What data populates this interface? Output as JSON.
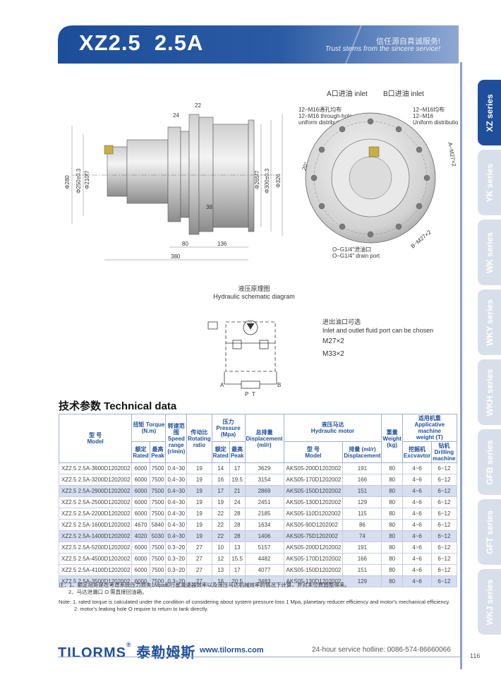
{
  "header": {
    "title": "XZ2.5  2.5A",
    "slogan_cn": "信任源自真诚服务!",
    "slogan_en": "Trust stems from the sincere service!"
  },
  "series_tabs": [
    {
      "label": "XZ series",
      "active": true
    },
    {
      "label": "YK series",
      "active": false
    },
    {
      "label": "WK series",
      "active": false
    },
    {
      "label": "WKY series",
      "active": false
    },
    {
      "label": "WKH series",
      "active": false
    },
    {
      "label": "GFB series",
      "active": false
    },
    {
      "label": "GFT series",
      "active": false
    },
    {
      "label": "WKJ series",
      "active": false
    }
  ],
  "drawing_side": {
    "dims": [
      "24",
      "22",
      "38",
      "80",
      "136",
      "380",
      "Φ280",
      "Φ250±0.3",
      "Φ210f7",
      "Φ265f7",
      "Φ300±0.3",
      "Φ326"
    ]
  },
  "drawing_front": {
    "port_a": "A口进油 inlet",
    "port_b": "B口进油 inlet",
    "left_note_cn": "12−M16通孔均布",
    "left_note_en1": "12−M16 through-hole",
    "left_note_en2": "uniform distribution",
    "right_note_cn": "12−M16均布",
    "right_note_en1": "12−M16",
    "right_note_en2": "Uniform distribution",
    "angle": "20°",
    "a_port": "A−M27×2",
    "b_port": "B−M27×2",
    "drain_cn": "O−G1/4″泄油口",
    "drain_en": "O−G1/4″ drain port"
  },
  "schematic": {
    "title_cn": "液压原理图",
    "title_en": "Hydraulic schematic diagram",
    "label_a": "A",
    "label_b": "B",
    "label_p": "P",
    "label_t": "T",
    "port_note_cn": "进出油口可选",
    "port_note_en": "Inlet and outlet fluid port can be chosen",
    "options": [
      "M27×2",
      "M33×2"
    ]
  },
  "tech": {
    "title": "技术参数  Technical data",
    "headers": {
      "model_cn": "型  号",
      "model_en": "Model",
      "torque_cn": "扭矩",
      "torque_en": "Torque",
      "torque_unit": "(N.m)",
      "rated_cn": "额定",
      "rated_en": "Rated",
      "peak_cn": "最高",
      "peak_en": "Peak",
      "speed_cn": "转速范围",
      "speed_en": "Speed range",
      "speed_unit": "(r/min)",
      "ratio_cn": "传动比",
      "ratio_en1": "Rotating",
      "ratio_en2": "ratio",
      "pressure_cn": "压力",
      "pressure_en": "Pressure",
      "pressure_unit": "(Mpa)",
      "disp_cn": "总排量",
      "disp_en": "Displacement",
      "disp_unit": "(ml/r)",
      "motor_cn": "液压马达",
      "motor_en": "Hydraulic motor",
      "mmodel_cn": "型  号",
      "mmodel_en": "Model",
      "mdisp_cn": "排量 (ml/r)",
      "mdisp_en": "Displacement",
      "weight_cn": "重量",
      "weight_en": "Weight",
      "weight_unit": "(kg)",
      "app_cn": "适用机重",
      "app_en1": "Applicative machine",
      "app_en2": "weight (T)",
      "exc_cn": "挖掘机",
      "exc_en": "Excvavtor",
      "drill_cn": "钻机",
      "drill_en1": "Drilling",
      "drill_en2": "machine"
    },
    "rows": [
      {
        "model": "XZ2.5 2.5A-3600D1202002",
        "rated": "6000",
        "peak": "7500",
        "speed": "0.4~30",
        "ratio": "19",
        "p_rated": "14",
        "p_peak": "17",
        "disp": "3629",
        "motor": "AKS05-200D1202002",
        "mdisp": "191",
        "weight": "80",
        "exc": "4~6",
        "drill": "6~12",
        "shade": false
      },
      {
        "model": "XZ2.5 2.5A-3200D1202002",
        "rated": "6000",
        "peak": "7500",
        "speed": "0.4~30",
        "ratio": "19",
        "p_rated": "16",
        "p_peak": "19.5",
        "disp": "3154",
        "motor": "AKS05-170D1202002",
        "mdisp": "166",
        "weight": "80",
        "exc": "4~6",
        "drill": "6~12",
        "shade": false
      },
      {
        "model": "XZ2.5 2.5A-2900D1202002",
        "rated": "6000",
        "peak": "7500",
        "speed": "0.4~30",
        "ratio": "19",
        "p_rated": "17",
        "p_peak": "21",
        "disp": "2869",
        "motor": "AKS05-150D1202002",
        "mdisp": "151",
        "weight": "80",
        "exc": "4~6",
        "drill": "6~12",
        "shade": true
      },
      {
        "model": "XZ2.5 2.5A-2500D1202002",
        "rated": "6000",
        "peak": "7500",
        "speed": "0.4~30",
        "ratio": "19",
        "p_rated": "19",
        "p_peak": "24",
        "disp": "2451",
        "motor": "AKS05-130D1202002",
        "mdisp": "129",
        "weight": "80",
        "exc": "4~6",
        "drill": "6~12",
        "shade": false
      },
      {
        "model": "XZ2.5 2.5A-2200D1202002",
        "rated": "6000",
        "peak": "7500",
        "speed": "0.4~30",
        "ratio": "19",
        "p_rated": "22",
        "p_peak": "28",
        "disp": "2185",
        "motor": "AKS05-110D1202002",
        "mdisp": "115",
        "weight": "80",
        "exc": "4~6",
        "drill": "6~12",
        "shade": false
      },
      {
        "model": "XZ2.5 2.5A-1600D1202002",
        "rated": "4670",
        "peak": "5840",
        "speed": "0.4~30",
        "ratio": "19",
        "p_rated": "22",
        "p_peak": "28",
        "disp": "1634",
        "motor": "AKS05-90D1202002",
        "mdisp": "86",
        "weight": "80",
        "exc": "4~6",
        "drill": "6~12",
        "shade": false
      },
      {
        "model": "XZ2.5 2.5A-1400D1202002",
        "rated": "4020",
        "peak": "5030",
        "speed": "0.4~30",
        "ratio": "19",
        "p_rated": "22",
        "p_peak": "28",
        "disp": "1406",
        "motor": "AKS05-75D1202002",
        "mdisp": "74",
        "weight": "80",
        "exc": "4~6",
        "drill": "6~12",
        "shade": true
      },
      {
        "model": "XZ2.5 2.5A-5200D1202002",
        "rated": "6000",
        "peak": "7500",
        "speed": "0.3~20",
        "ratio": "27",
        "p_rated": "10",
        "p_peak": "13",
        "disp": "5157",
        "motor": "AKS05-200D1202002",
        "mdisp": "191",
        "weight": "80",
        "exc": "4~6",
        "drill": "6~12",
        "shade": false
      },
      {
        "model": "XZ2.5 2.5A-4500D1202002",
        "rated": "6000",
        "peak": "7500",
        "speed": "0.3~20",
        "ratio": "27",
        "p_rated": "12",
        "p_peak": "15.5",
        "disp": "4482",
        "motor": "AKS05-170D1202002",
        "mdisp": "166",
        "weight": "80",
        "exc": "4~6",
        "drill": "6~12",
        "shade": false
      },
      {
        "model": "XZ2.5 2.5A-4100D1202002",
        "rated": "6000",
        "peak": "7500",
        "speed": "0.3~20",
        "ratio": "27",
        "p_rated": "13",
        "p_peak": "17",
        "disp": "4077",
        "motor": "AKS05-150D1202002",
        "mdisp": "151",
        "weight": "80",
        "exc": "4~6",
        "drill": "6~12",
        "shade": false
      },
      {
        "model": "XZ2.5 2.5A-3500D1202002",
        "rated": "6000",
        "peak": "7500",
        "speed": "0.3~20",
        "ratio": "27",
        "p_rated": "16",
        "p_peak": "20.5",
        "disp": "3483",
        "motor": "AKS05-130D1202002",
        "mdisp": "129",
        "weight": "80",
        "exc": "4~6",
        "drill": "6~12",
        "shade": true
      }
    ]
  },
  "notes": {
    "cn1": "注：1、额定扭矩是在考虑系统压力损失1Mpa和行星减速器效率以及液压马达机械效率的情况下计算，并对末位数圆整得来。",
    "cn2": "2、马达泄漏口 O 需直接回油箱。",
    "en1": "Note: 1. rated torque is calculated under the condition of considering about system pressure loss 1 Mpa, planetary reducer efficiency and motor's mechanical efficiency.",
    "en2": "2. motor's leaking hole  O  require to return to tank directly."
  },
  "footer": {
    "brand_latin": "TILORMS",
    "brand_reg": "®",
    "brand_cn": "泰勒姆斯",
    "site": "www.tilorms.com",
    "hotline": "24-hour service hotline: 0086-574-86660066",
    "page": "116"
  },
  "colors": {
    "brand": "#1f4f9a",
    "shade": "#d6def0",
    "tab_inactive": "#d9dfea"
  }
}
